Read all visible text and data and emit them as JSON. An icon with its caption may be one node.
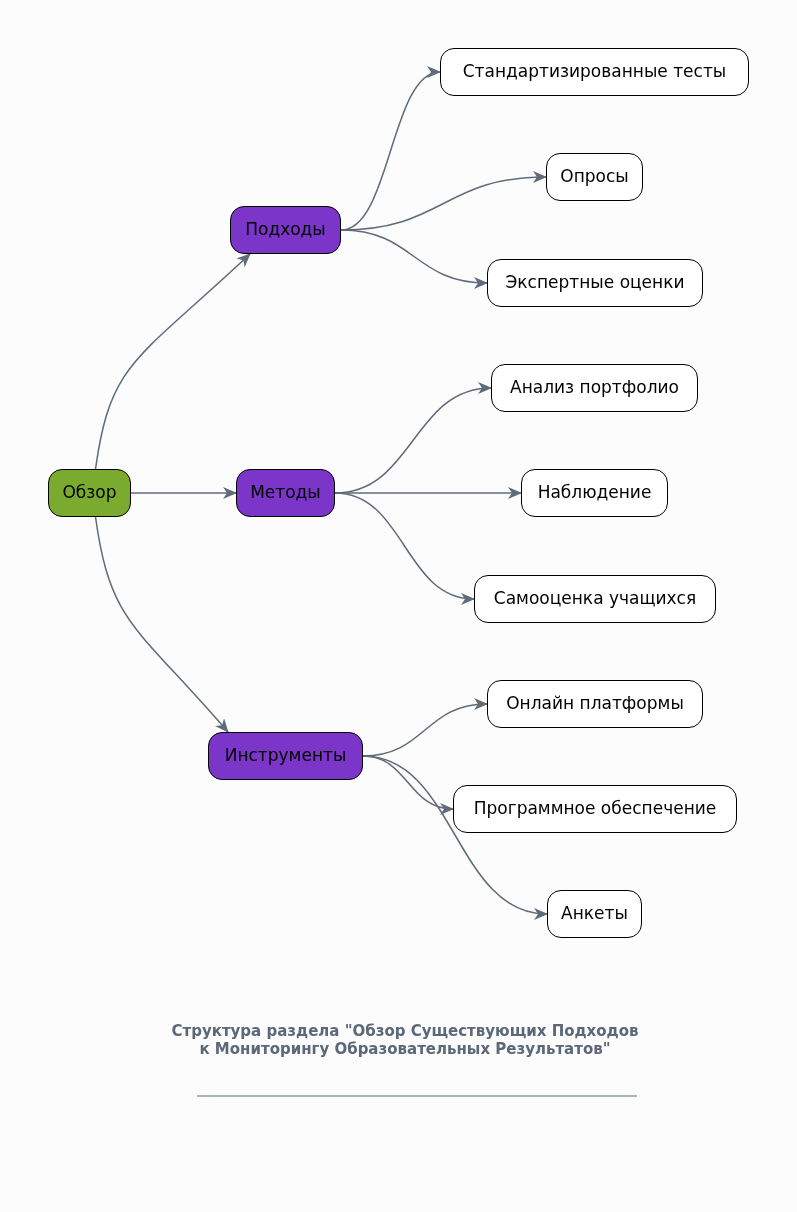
{
  "diagram": {
    "title": "Структура раздела \"Обзор Существующих Подходов к Мониторингу Образовательных Результатов\"",
    "nodes": [
      {
        "text": [
          "Обзор"
        ]
      },
      {
        "text": [
          "Подходы"
        ]
      },
      {
        "text": [
          "Методы"
        ]
      },
      {
        "text": [
          "Инструменты"
        ]
      },
      {
        "text": [
          "Стандартизированные тесты"
        ]
      },
      {
        "text": [
          "Опросы"
        ]
      },
      {
        "text": [
          "Экспертные оценки"
        ]
      },
      {
        "text": [
          "Анализ портфолио"
        ]
      },
      {
        "text": [
          "Наблюдение"
        ]
      },
      {
        "text": [
          "Самооценка учащихся"
        ]
      },
      {
        "text": [
          "Онлайн платформы"
        ]
      },
      {
        "text": [
          "Программное обеспечение"
        ]
      },
      {
        "text": [
          "Анкеты"
        ]
      }
    ],
    "edges": [
      {
        "from": 0,
        "to": 1,
        "arrow": "to"
      },
      {
        "from": 0,
        "to": 2,
        "arrow": "to"
      },
      {
        "from": 0,
        "to": 3,
        "arrow": "to"
      },
      {
        "from": 1,
        "to": 4,
        "arrow": "to"
      },
      {
        "from": 1,
        "to": 5,
        "arrow": "to"
      },
      {
        "from": 1,
        "to": 6,
        "arrow": "to"
      },
      {
        "from": 2,
        "to": 7,
        "arrow": "to"
      },
      {
        "from": 2,
        "to": 8,
        "arrow": "to"
      },
      {
        "from": 2,
        "to": 9,
        "arrow": "to"
      },
      {
        "from": 3,
        "to": 10,
        "arrow": "to"
      },
      {
        "from": 3,
        "to": 11,
        "arrow": "to"
      },
      {
        "from": 3,
        "to": 12,
        "arrow": "to"
      }
    ]
  }
}
